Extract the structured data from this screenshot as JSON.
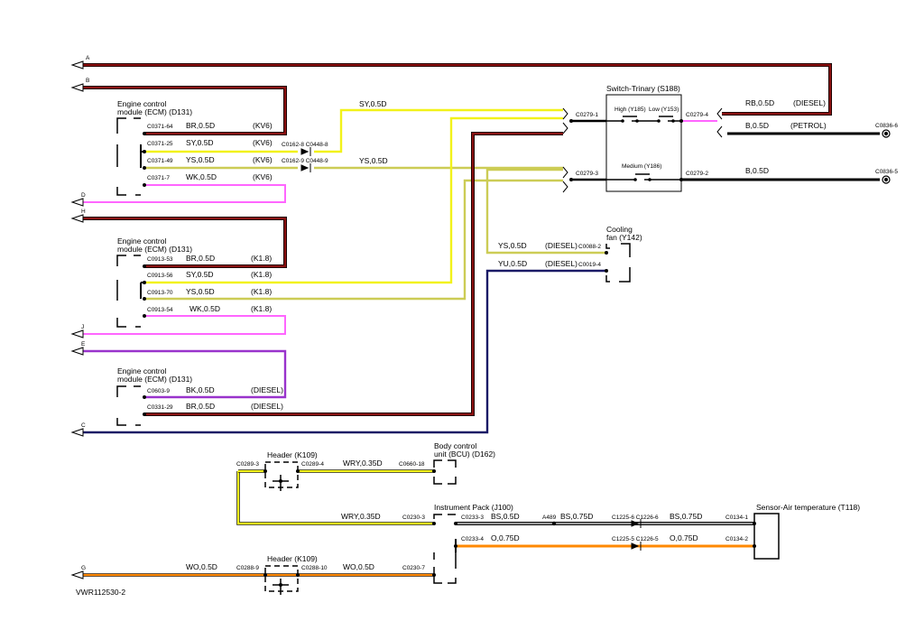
{
  "colors": {
    "red": "#8b1010",
    "yellow": "#f2f21a",
    "olive_yellow": "#cccc55",
    "pink": "#ff66ff",
    "purple": "#9933cc",
    "navy": "#1a1a66",
    "orange": "#ff8800",
    "grey": "#999999",
    "black": "#000000"
  },
  "connector_letters": {
    "A": "A",
    "B": "B",
    "D": "D",
    "H": "H",
    "J": "J",
    "E": "E",
    "C": "C",
    "G": "G"
  },
  "ecm1": {
    "title_line1": "Engine control",
    "title_line2": "module (ECM) (D131)",
    "rows": [
      {
        "pin": "C0371-64",
        "wire": "BR,0.5D",
        "variant": "(KV6)"
      },
      {
        "pin": "C0371-25",
        "wire": "SY,0.5D",
        "variant": "(KV6)"
      },
      {
        "pin": "C0371-49",
        "wire": "YS,0.5D",
        "variant": "(KV6)"
      },
      {
        "pin": "C0371-7",
        "wire": "WK,0.5D",
        "variant": "(KV6)"
      }
    ],
    "inline_1": "C0162-8 C0448-8",
    "inline_2": "C0162-9 C0448-9"
  },
  "ecm2": {
    "title_line1": "Engine control",
    "title_line2": "module (ECM) (D131)",
    "rows": [
      {
        "pin": "C0913-53",
        "wire": "BR,0.5D",
        "variant": "(K1.8)"
      },
      {
        "pin": "C0913-56",
        "wire": "SY,0.5D",
        "variant": "(K1.8)"
      },
      {
        "pin": "C0913-70",
        "wire": "YS,0.5D",
        "variant": "(K1.8)"
      },
      {
        "pin": "C0913-54",
        "wire": "WK,0.5D",
        "variant": "(K1.8)"
      }
    ]
  },
  "ecm3": {
    "title_line1": "Engine control",
    "title_line2": "module (ECM) (D131)",
    "rows": [
      {
        "pin": "C0603-9",
        "wire": "BK,0.5D",
        "variant": "(DIESEL)"
      },
      {
        "pin": "C0331-29",
        "wire": "BR,0.5D",
        "variant": "(DIESEL)"
      }
    ]
  },
  "top_wires": {
    "sy": "SY,0.5D",
    "ys": "YS,0.5D"
  },
  "switch": {
    "title": "Switch-Trinary (S188)",
    "high": "High (Y185)",
    "low": "Low (Y153)",
    "medium": "Medium (Y186)",
    "pin1": "C0279-1",
    "pin3": "C0279-3",
    "pin4": "C0279-4",
    "pin2": "C0279-2"
  },
  "right_wires": {
    "rb": "RB,0.5D",
    "rb_variant": "(DIESEL)",
    "b1": "B,0.5D",
    "b1_variant": "(PETROL)",
    "b2": "B,0.5D",
    "c1": "C0836-6",
    "c2": "C0836-5"
  },
  "fan": {
    "title_line1": "Cooling",
    "title_line2": "fan (Y142)",
    "row1_wire": "YS,0.5D",
    "row1_variant": "(DIESEL)",
    "row1_pin": "C0088-2",
    "row2_wire": "YU,0.5D",
    "row2_variant": "(DIESEL)",
    "row2_pin": "C0019-4"
  },
  "header1": {
    "title": "Header (K109)",
    "pin_left": "C0289-3",
    "pin_right": "C0289-4",
    "wire": "WRY,0.35D"
  },
  "bcu": {
    "title_line1": "Body control",
    "title_line2": "unit (BCU) (D162)",
    "pin": "C0660-18"
  },
  "ipk": {
    "title": "Instrument Pack (J100)",
    "wire_in": "WRY,0.35D",
    "pin_in": "C0230-3",
    "pin3": "C0233-3",
    "wire_bs": "BS,0.5D",
    "a489": "A489",
    "bs_075": "BS,0.75D",
    "c1225_6": "C1225-6 C1226-6",
    "bs_075_b": "BS,0.75D",
    "pin4": "C0233-4",
    "wire_o": "O,0.75D",
    "c1225_5": "C1225-5 C1226-5",
    "o_075_b": "O,0.75D",
    "pin7": "C0230-7"
  },
  "sensor": {
    "title": "Sensor-Air temperature (T118)",
    "pin1": "C0134-1",
    "pin2": "C0134-2"
  },
  "header2": {
    "title": "Header (K109)",
    "pin_left": "C0288-9",
    "pin_right": "C0288-10",
    "wire_left": "WO,0.5D",
    "wire_right": "WO,0.5D"
  },
  "diagram_id": "VWR112530-2"
}
